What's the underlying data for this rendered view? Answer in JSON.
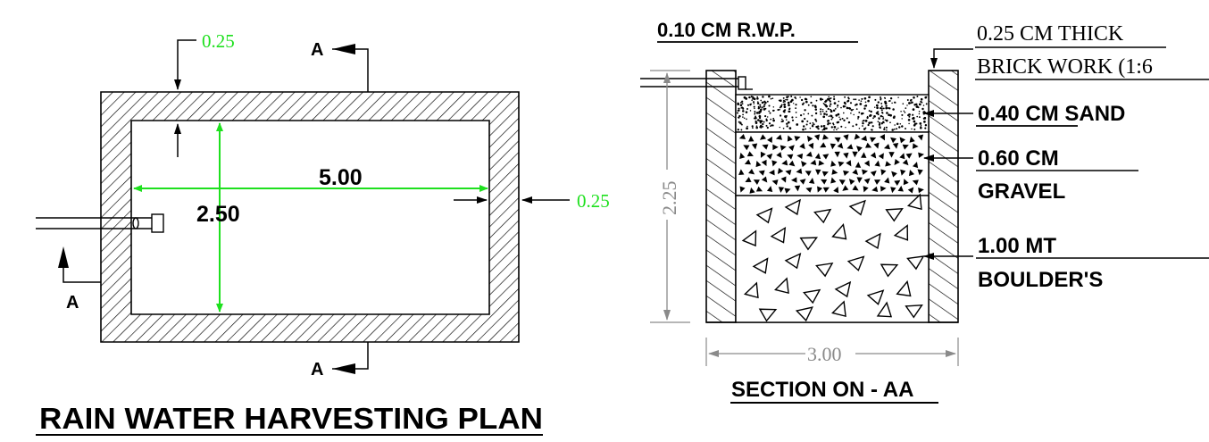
{
  "plan": {
    "title": "RAIN WATER HARVESTING PLAN",
    "wall_top": "0.25",
    "wall_right": "0.25",
    "length": "5.00",
    "width": "2.50",
    "section_label_top": "A",
    "section_label_bottom": "A",
    "section_label_left": "A"
  },
  "section": {
    "title": "SECTION ON - AA",
    "rwp": "0.10 CM  R.W.P.",
    "brick_line1": "0.25 CM THICK",
    "brick_line2": "BRICK WORK (1:6",
    "sand_value": "0.40 CM",
    "sand_material": " SAND",
    "gravel_value": "0.60 CM",
    "gravel_material": "GRAVEL",
    "boulder_value": "1.00 MT",
    "boulder_material": "BOULDER'S",
    "depth": "2.25",
    "width": "3.00"
  },
  "colors": {
    "dimension_green": "#1ee01e",
    "dimension_gray": "#8a8a8a",
    "lines": "#000000"
  }
}
